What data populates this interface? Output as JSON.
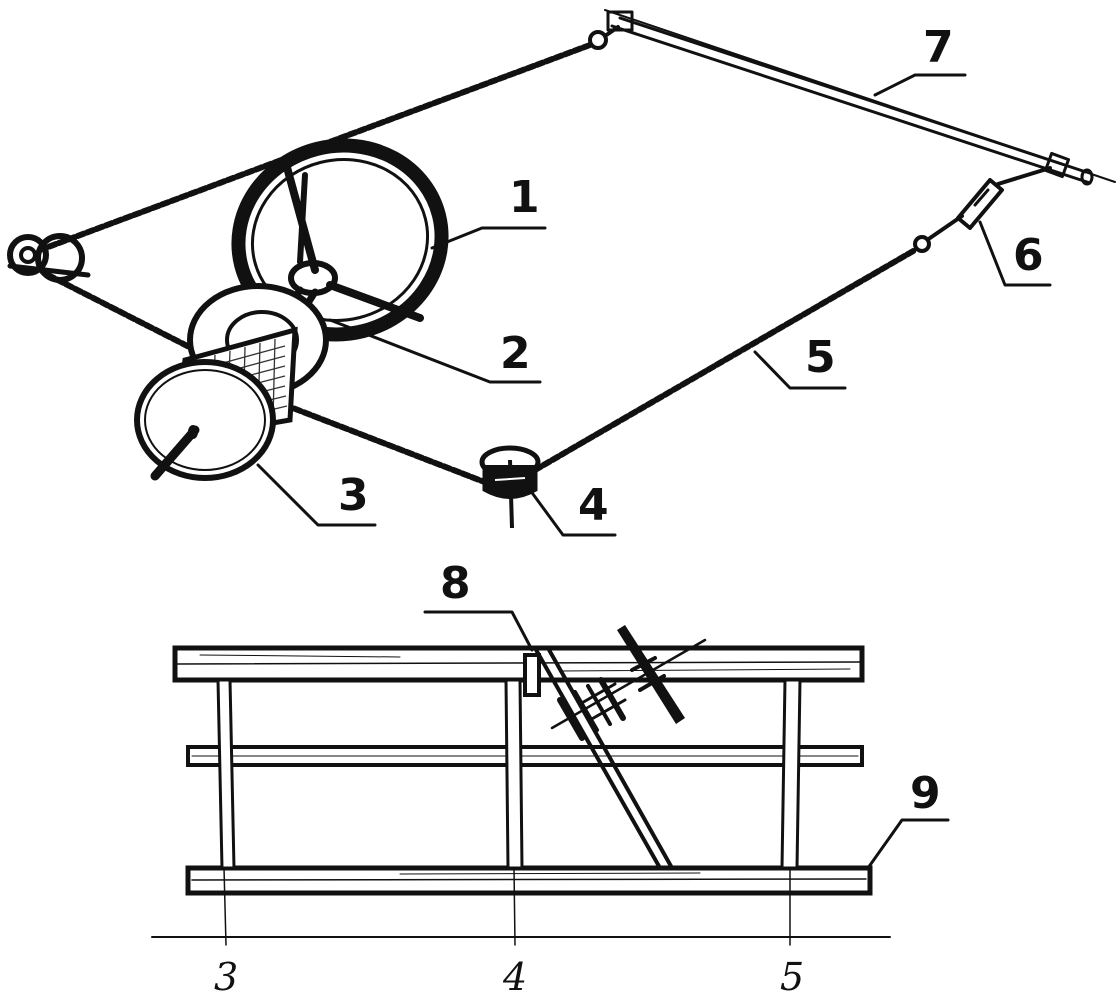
{
  "colors": {
    "ink": "#111111",
    "paper": "#ffffff"
  },
  "top_view": {
    "callouts": [
      {
        "id": "steering-wheel",
        "text": "1"
      },
      {
        "id": "steering-shaft",
        "text": "2"
      },
      {
        "id": "cable-drum",
        "text": "3"
      },
      {
        "id": "pulley-block",
        "text": "4"
      },
      {
        "id": "steering-cable",
        "text": "5"
      },
      {
        "id": "turnbuckle",
        "text": "6"
      },
      {
        "id": "steering-bar",
        "text": "7"
      }
    ]
  },
  "side_view": {
    "callouts": [
      {
        "id": "mount-bracket",
        "text": "8"
      },
      {
        "id": "frame-rail",
        "text": "9"
      }
    ],
    "stations": [
      "3",
      "4",
      "5"
    ]
  }
}
